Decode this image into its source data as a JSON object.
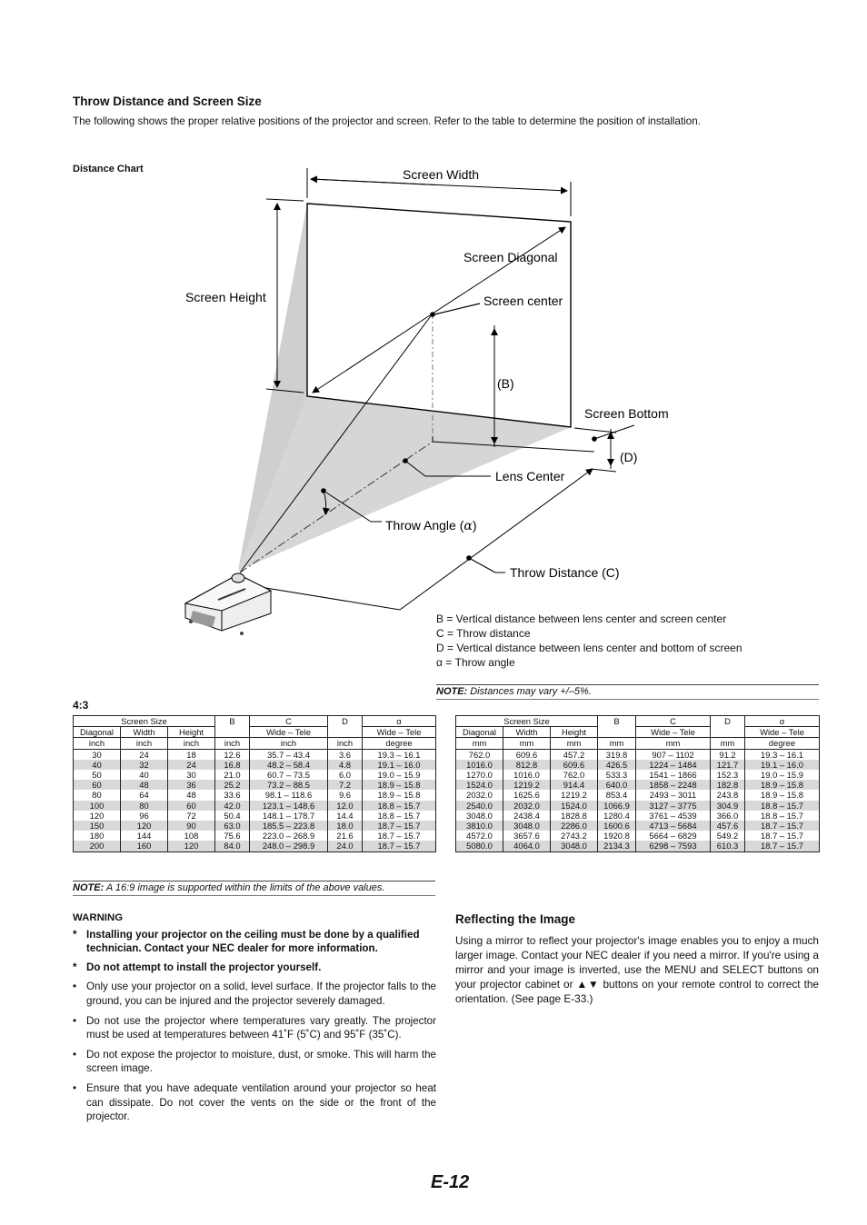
{
  "section_title": "Throw Distance and Screen Size",
  "intro": "The following shows the proper relative positions of the projector and screen. Refer to the table to determine the position of installation.",
  "chart_label": "Distance Chart",
  "diagram": {
    "screen_width": "Screen Width",
    "screen_diagonal": "Screen Diagonal",
    "screen_height": "Screen Height",
    "screen_center": "Screen center",
    "b": "(B)",
    "screen_bottom": "Screen Bottom",
    "d": "(D)",
    "lens_center": "Lens Center",
    "throw_angle": "Throw Angle (",
    "alpha": "α",
    "close_paren": ")",
    "throw_distance": "Throw Distance (C)"
  },
  "legend": [
    "B = Vertical distance between lens center and screen center",
    "C = Throw distance",
    "D = Vertical distance between lens center and bottom of screen",
    "α = Throw angle"
  ],
  "note1_label": "NOTE:",
  "note1_text": " Distances may vary +/–5%.",
  "ratio": "4:3",
  "table_headers": {
    "screen_size": "Screen Size",
    "b": "B",
    "c": "C",
    "d": "D",
    "alpha": "α",
    "diagonal": "Diagonal",
    "width": "Width",
    "height": "Height",
    "wide_tele": "Wide – Tele"
  },
  "table_inch": {
    "units": [
      "inch",
      "inch",
      "inch",
      "inch",
      "inch",
      "inch",
      "degree"
    ],
    "rows": [
      [
        "30",
        "24",
        "18",
        "12.6",
        "35.7  –   43.4",
        "3.6",
        "19.3  –  16.1"
      ],
      [
        "40",
        "32",
        "24",
        "16.8",
        "48.2  –   58.4",
        "4.8",
        "19.1  –  16.0"
      ],
      [
        "50",
        "40",
        "30",
        "21.0",
        "60.7  –   73.5",
        "6.0",
        "19.0  –  15.9"
      ],
      [
        "60",
        "48",
        "36",
        "25.2",
        "73.2  –   88.5",
        "7.2",
        "18.9  –  15.8"
      ],
      [
        "80",
        "64",
        "48",
        "33.6",
        "98.1  –  118.6",
        "9.6",
        "18.9  –  15.8"
      ],
      [
        "100",
        "80",
        "60",
        "42.0",
        "123.1  –  148.6",
        "12.0",
        "18.8  –  15.7"
      ],
      [
        "120",
        "96",
        "72",
        "50.4",
        "148.1  –  178.7",
        "14.4",
        "18.8  –  15.7"
      ],
      [
        "150",
        "120",
        "90",
        "63.0",
        "185.5  –  223.8",
        "18.0",
        "18.7  –  15.7"
      ],
      [
        "180",
        "144",
        "108",
        "75.6",
        "223.0  –  268.9",
        "21.6",
        "18.7  –  15.7"
      ],
      [
        "200",
        "160",
        "120",
        "84.0",
        "248.0  –  298.9",
        "24.0",
        "18.7  –  15.7"
      ]
    ]
  },
  "table_mm": {
    "units": [
      "mm",
      "mm",
      "mm",
      "mm",
      "mm",
      "mm",
      "degree"
    ],
    "rows": [
      [
        "762.0",
        "609.6",
        "457.2",
        "319.8",
        "907  –   1102",
        "91.2",
        "19.3  –  16.1"
      ],
      [
        "1016.0",
        "812.8",
        "609.6",
        "426.5",
        "1224  –   1484",
        "121.7",
        "19.1  –  16.0"
      ],
      [
        "1270.0",
        "1016.0",
        "762.0",
        "533.3",
        "1541  –   1866",
        "152.3",
        "19.0  –  15.9"
      ],
      [
        "1524.0",
        "1219.2",
        "914.4",
        "640.0",
        "1858  –   2248",
        "182.8",
        "18.9  –  15.8"
      ],
      [
        "2032.0",
        "1625.6",
        "1219.2",
        "853.4",
        "2493  –   3011",
        "243.8",
        "18.9  –  15.8"
      ],
      [
        "2540.0",
        "2032.0",
        "1524.0",
        "1066.9",
        "3127  –   3775",
        "304.9",
        "18.8  –  15.7"
      ],
      [
        "3048.0",
        "2438.4",
        "1828.8",
        "1280.4",
        "3761  –   4539",
        "366.0",
        "18.8  –  15.7"
      ],
      [
        "3810.0",
        "3048.0",
        "2286.0",
        "1600.6",
        "4713  –   5684",
        "457.6",
        "18.7  –  15.7"
      ],
      [
        "4572.0",
        "3657.6",
        "2743.2",
        "1920.8",
        "5664  –   6829",
        "549.2",
        "18.7  –  15.7"
      ],
      [
        "5080.0",
        "4064.0",
        "3048.0",
        "2134.3",
        "6298  –   7593",
        "610.3",
        "18.7  –  15.7"
      ]
    ]
  },
  "note2_label": "NOTE:",
  "note2_text": " A 16:9 image is supported within the limits of the above values.",
  "warning": {
    "title": "WARNING",
    "star_items": [
      "Installing your projector on the ceiling must be done by a qualified technician. Contact your NEC dealer for more information.",
      "Do not attempt to install the projector yourself."
    ],
    "bullets": [
      "Only use your projector on a solid, level surface. If the projector falls to the ground, you can be injured and the projector severely damaged.",
      "Do not use the projector where temperatures vary greatly. The projector must be used at temperatures between 41˚F (5˚C) and 95˚F (35˚C).",
      "Do not expose the projector to moisture, dust, or smoke. This will harm the screen image.",
      "Ensure that you have adequate ventilation around your projector so heat can dissipate. Do not cover the vents on the side or the front of the projector."
    ]
  },
  "reflecting": {
    "title": "Reflecting the Image",
    "text": "Using a mirror to reflect your projector's image enables you to enjoy a much larger image. Contact your NEC dealer if you need a mirror. If you're using a mirror and your image is inverted, use the MENU and SELECT buttons on your projector cabinet or ▲▼ buttons on your remote control to correct the orientation. (See page E-33.)"
  },
  "page_number": "E-12"
}
